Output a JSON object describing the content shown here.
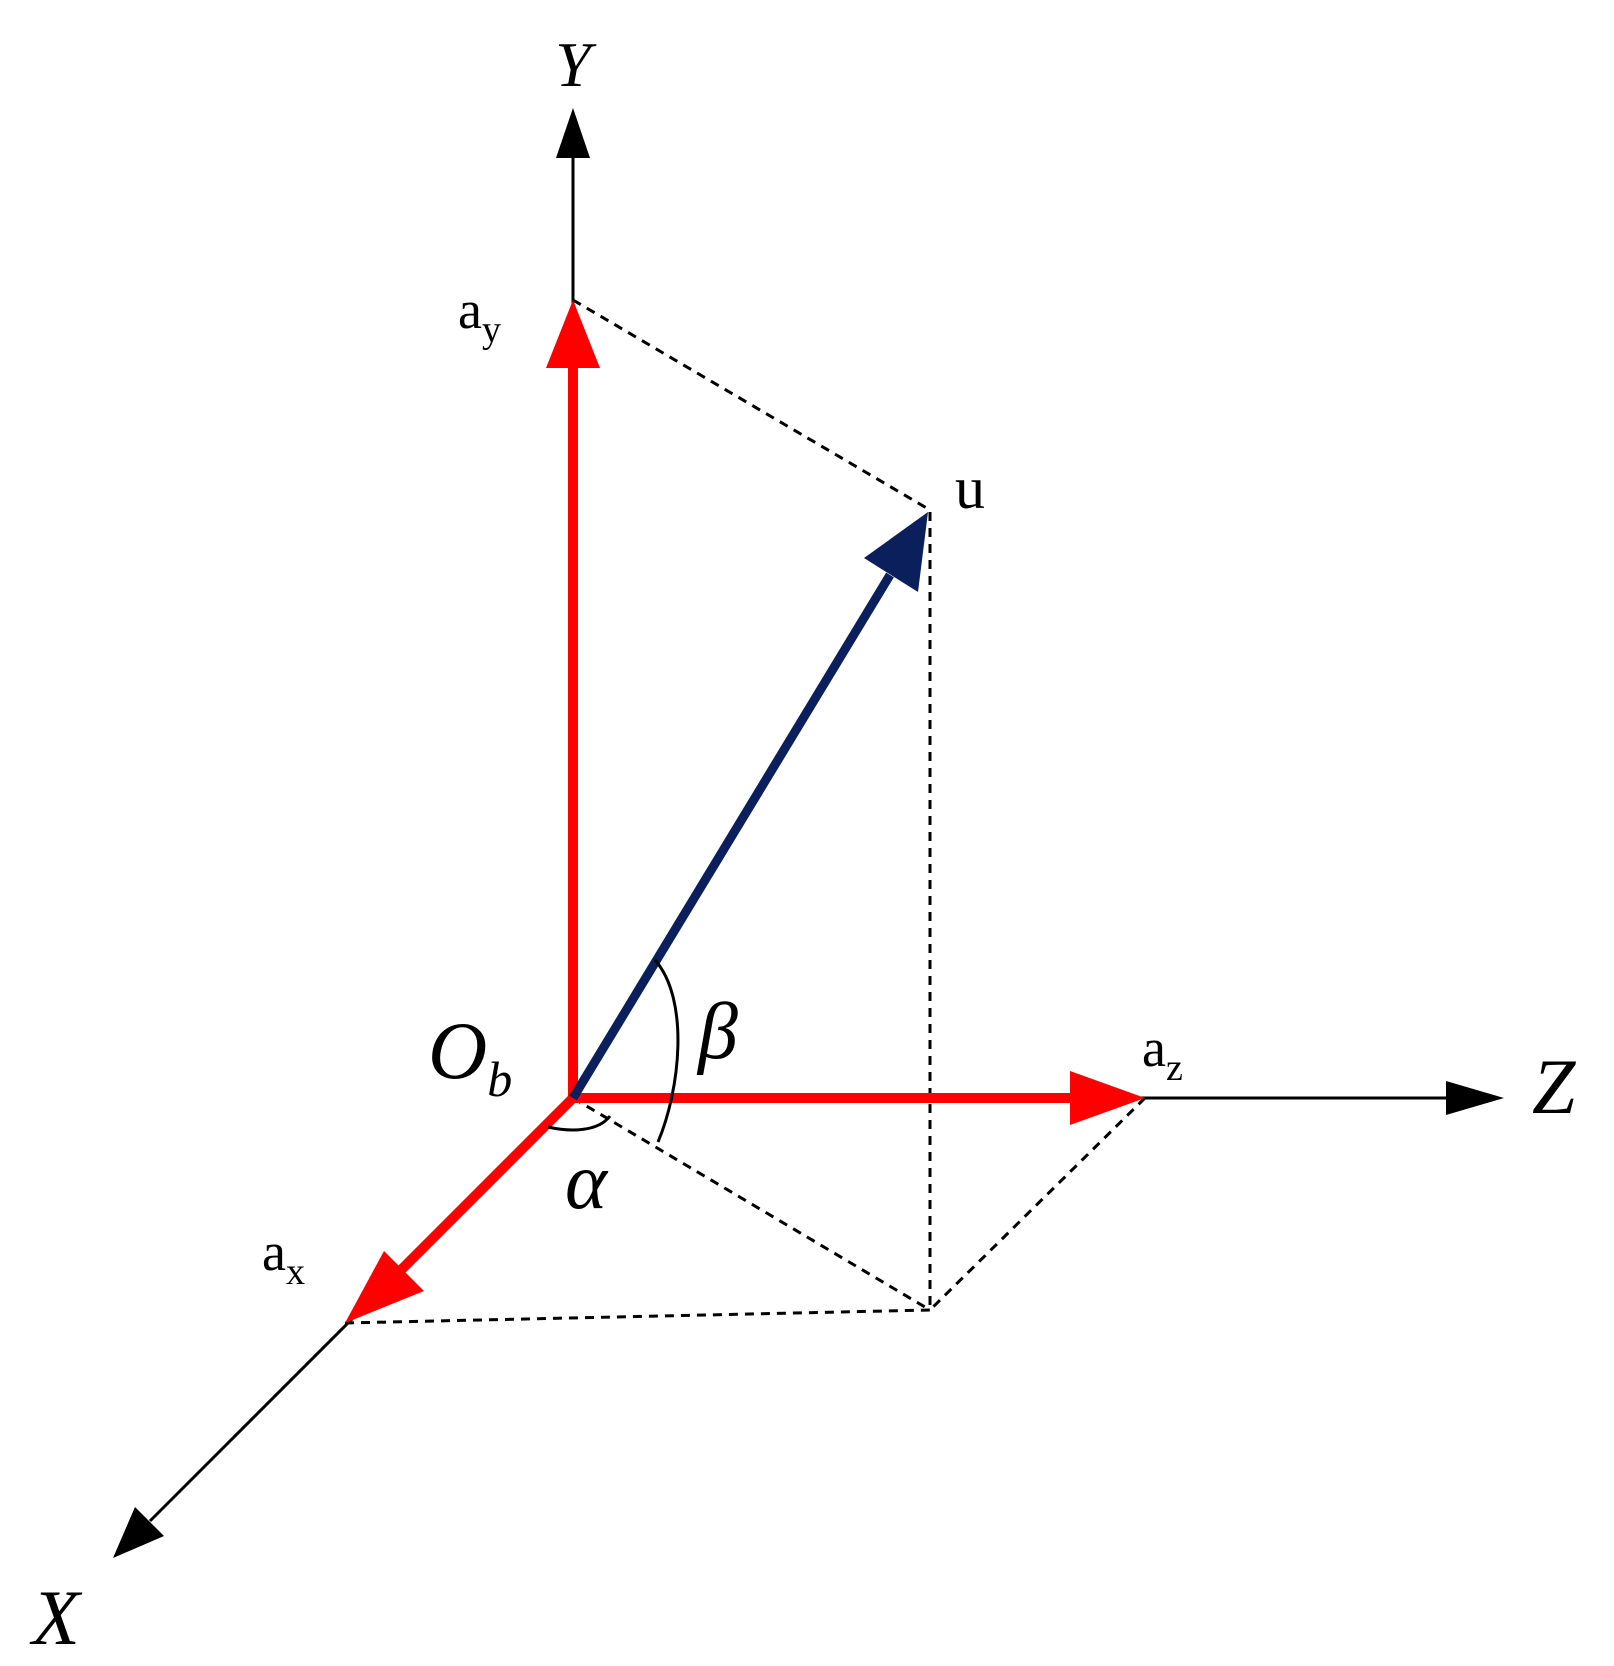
{
  "axes": {
    "x_label": "X",
    "y_label": "Y",
    "z_label": "Z"
  },
  "origin": {
    "main": "O",
    "subscript": "b"
  },
  "unit_vectors": {
    "ax": {
      "base": "a",
      "sub": "x"
    },
    "ay": {
      "base": "a",
      "sub": "y"
    },
    "az": {
      "base": "a",
      "sub": "z"
    }
  },
  "vector": {
    "label": "u"
  },
  "angles": {
    "alpha": "α",
    "beta": "β"
  },
  "colors": {
    "axis": "#000000",
    "unit_vector": "#ff0000",
    "vector_u": "#0a1f5c",
    "projection": "#000000"
  }
}
